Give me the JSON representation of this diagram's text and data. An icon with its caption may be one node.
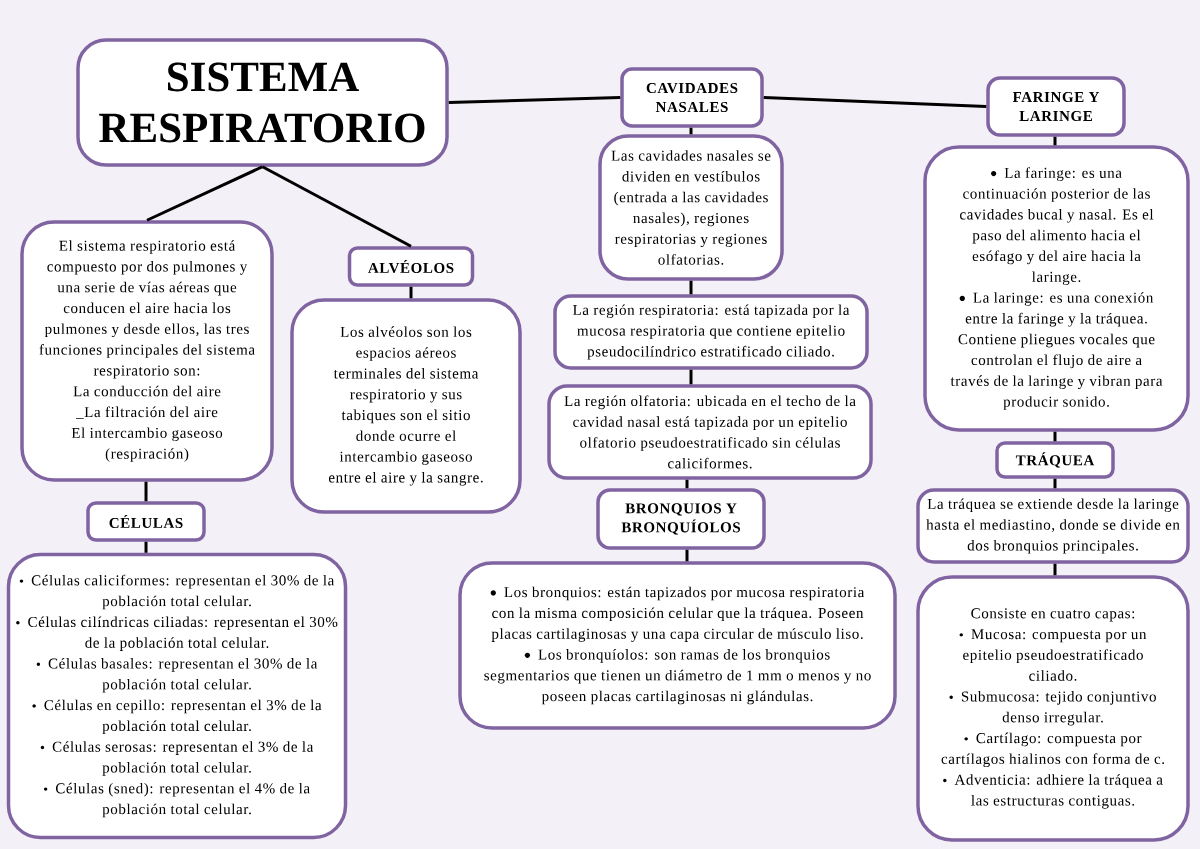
{
  "diagram": {
    "nodes": [
      {
        "text": [
          "SISTEMA RESPIRATORIO"
        ]
      },
      {
        "text": [
          "El sistema respiratorio está compuesto por dos pulmones y una serie de vías aéreas que conducen el aire hacia los pulmones y desde ellos, las tres funciones principales del sistema respiratorio son:",
          "La conducción del aire",
          "_La filtración del aire",
          "El intercambio gaseoso (respiración)"
        ]
      },
      {
        "text": [
          "CÉLULAS"
        ]
      },
      {
        "text": [
          "Células caliciformes: representan el 30% de la población total celular.",
          "Células cilíndricas ciliadas: representan el 30% de la población total celular.",
          "Células basales: representan el 30% de la población total celular.",
          "Células en cepillo: representan el 3% de la población total celular.",
          "Células serosas: representan el 3% de la población total celular.",
          "Células (sned): representan el 4% de la población total celular."
        ]
      },
      {
        "text": [
          "ALVÉOLOS"
        ]
      },
      {
        "text": [
          "Los alvéolos son los espacios aéreos terminales del sistema respiratorio y sus tabiques son el sitio donde ocurre el intercambio gaseoso entre el aire y la sangre."
        ]
      },
      {
        "text": [
          "CAVIDADES NASALES"
        ]
      },
      {
        "text": [
          "Las cavidades nasales se dividen en vestíbulos (entrada a las cavidades nasales), regiones respiratorias y regiones olfatorias."
        ]
      },
      {
        "text": [
          "La región respiratoria: está tapizada por la mucosa respiratoria que contiene epitelio pseudocilíndrico estratificado ciliado."
        ]
      },
      {
        "text": [
          "La región olfatoria: ubicada en el techo de la cavidad nasal está tapizada por un epitelio olfatorio pseudoestratificado sin células caliciformes."
        ]
      },
      {
        "text": [
          "BRONQUIOS Y BRONQUÍOLOS"
        ]
      },
      {
        "text": [
          "Los bronquios: están tapizados por mucosa respiratoria con la misma composición celular que la tráquea. Poseen placas cartilaginosas y una capa circular de músculo liso.",
          "Los bronquíolos: son ramas de los bronquios segmentarios que tienen un diámetro de 1 mm o menos y no poseen placas cartilaginosas ni glándulas."
        ]
      },
      {
        "text": [
          "FARINGE Y LARINGE"
        ]
      },
      {
        "text": [
          "La faringe: es una continuación posterior de las cavidades bucal y nasal. Es el paso del alimento hacia el esófago y del aire hacia la laringe.",
          "La laringe: es una conexión entre la faringe y la tráquea. Contiene pliegues vocales que controlan el flujo de aire a través de la laringe y vibran para producir sonido."
        ]
      },
      {
        "text": [
          "TRÁQUEA"
        ]
      },
      {
        "text": [
          "La tráquea se extiende desde la laringe hasta el mediastino, donde se divide en dos bronquios principales."
        ]
      },
      {
        "text": [
          "Consiste en cuatro capas:",
          "Mucosa: compuesta por un epitelio pseudoestratificado ciliado.",
          "Submucosa: tejido conjuntivo denso irregular.",
          "Cartílago: compuesta por cartílagos hialinos con forma de c.",
          "Adventicia: adhiere la tráquea a las estructuras contiguas."
        ]
      }
    ],
    "edges": [
      {
        "from": 0,
        "to": 1,
        "arrow": "none"
      },
      {
        "from": 1,
        "to": 2,
        "arrow": "none"
      },
      {
        "from": 2,
        "to": 3,
        "arrow": "none"
      },
      {
        "from": 0,
        "to": 4,
        "arrow": "none"
      },
      {
        "from": 4,
        "to": 5,
        "arrow": "none"
      },
      {
        "from": 0,
        "to": 6,
        "arrow": "none"
      },
      {
        "from": 6,
        "to": 7,
        "arrow": "none"
      },
      {
        "from": 7,
        "to": 8,
        "arrow": "none"
      },
      {
        "from": 8,
        "to": 9,
        "arrow": "none"
      },
      {
        "from": 9,
        "to": 10,
        "arrow": "none"
      },
      {
        "from": 10,
        "to": 11,
        "arrow": "none"
      },
      {
        "from": 6,
        "to": 12,
        "arrow": "none"
      },
      {
        "from": 12,
        "to": 13,
        "arrow": "none"
      },
      {
        "from": 13,
        "to": 14,
        "arrow": "none"
      },
      {
        "from": 14,
        "to": 15,
        "arrow": "none"
      },
      {
        "from": 15,
        "to": 16,
        "arrow": "none"
      }
    ]
  }
}
